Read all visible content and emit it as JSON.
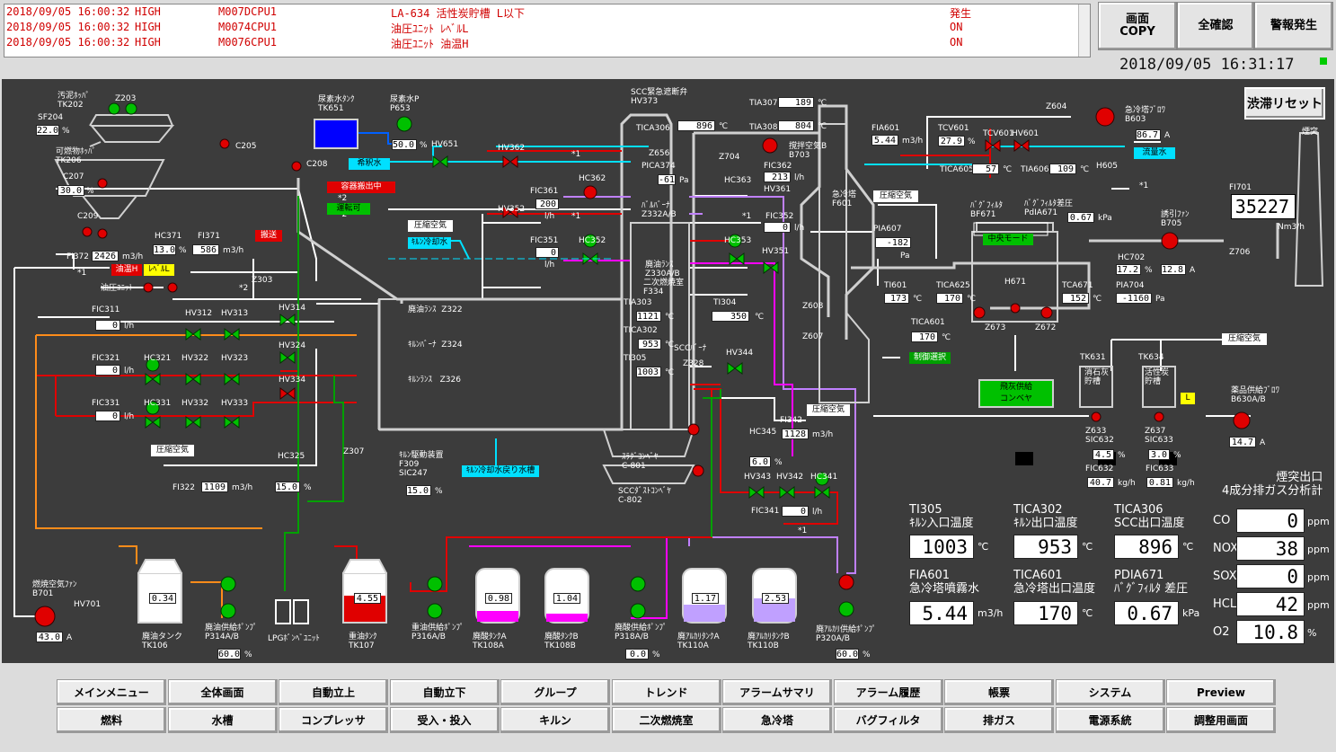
{
  "alarms": [
    {
      "time": "2018/09/05 16:00:32",
      "level": "HIGH",
      "code": "M007DCPU1",
      "message": "LA-634 活性炭貯槽 L以下",
      "state": "発生"
    },
    {
      "time": "2018/09/05 16:00:32",
      "level": "HIGH",
      "code": "M0074CPU1",
      "message": "油圧ﾕﾆｯﾄ ﾚﾍﾞﾙL",
      "state": "ON"
    },
    {
      "time": "2018/09/05 16:00:32",
      "level": "HIGH",
      "code": "M0076CPU1",
      "message": "油圧ﾕﾆｯﾄ 油温H",
      "state": "ON"
    }
  ],
  "top_buttons": {
    "copy": "画面\nCOPY",
    "confirm_all": "全確認",
    "alarm_raise": "警報発生"
  },
  "clock": "2018/09/05  16:31:17",
  "reset_button": "渋滞リセット",
  "colors": {
    "bg": "#3c3c3c",
    "pipe_red": "#e00000",
    "pipe_blue": "#0060ff",
    "pipe_cyan": "#00e0ff",
    "pipe_orange": "#ff8c1a",
    "pipe_purple": "#c080ff",
    "pipe_magenta": "#ff00ff",
    "pipe_green": "#00a000",
    "valve_green": "#00c000"
  },
  "process": {
    "labels": [
      {
        "id": "l1",
        "t": "汚泥ﾎｯﾊﾟ\nTK202"
      },
      {
        "id": "l2",
        "t": "Z203"
      },
      {
        "id": "l3",
        "t": "SF204"
      },
      {
        "id": "l4",
        "t": "C205"
      },
      {
        "id": "l5",
        "t": "可燃物ﾎｯﾊﾟ\nTK206"
      },
      {
        "id": "l6",
        "t": "C207"
      },
      {
        "id": "l7",
        "t": "C208"
      },
      {
        "id": "l8",
        "t": "C209"
      },
      {
        "id": "l9",
        "t": "HC371"
      },
      {
        "id": "l10",
        "t": "FI371"
      },
      {
        "id": "l11",
        "t": "FI372"
      },
      {
        "id": "l12",
        "t": "Z303"
      },
      {
        "id": "l13",
        "t": "油圧ﾕﾆｯﾄ"
      },
      {
        "id": "l14",
        "t": "尿素水ﾀﾝｸ\nTK651"
      },
      {
        "id": "l15",
        "t": "尿素水P\nP653"
      },
      {
        "id": "l16",
        "t": "HV651"
      },
      {
        "id": "l17",
        "t": "SCC緊急遮断弁\nHV373"
      },
      {
        "id": "l18",
        "t": "TICA306"
      },
      {
        "id": "l19",
        "t": "Z656"
      },
      {
        "id": "l20",
        "t": "PICA374"
      },
      {
        "id": "l21",
        "t": "HV362"
      },
      {
        "id": "l22",
        "t": "HC362"
      },
      {
        "id": "l23",
        "t": "FIC361"
      },
      {
        "id": "l24",
        "t": "HV352"
      },
      {
        "id": "l25",
        "t": "FIC351"
      },
      {
        "id": "l26",
        "t": "HC352"
      },
      {
        "id": "l27",
        "t": "ﾊﾞﾙﾊﾞｰﾅ\nZ332A/B"
      },
      {
        "id": "l28",
        "t": "廃油ﾗﾝｽ\nZ330A/B"
      },
      {
        "id": "l29",
        "t": "二次燃焼室\nF334"
      },
      {
        "id": "l30",
        "t": "TIA307"
      },
      {
        "id": "l31",
        "t": "TIA308"
      },
      {
        "id": "l32",
        "t": "撹拌空気B\nB703"
      },
      {
        "id": "l33",
        "t": "Z704"
      },
      {
        "id": "l34",
        "t": "FIC362"
      },
      {
        "id": "l35",
        "t": "HC363"
      },
      {
        "id": "l36",
        "t": "HV361"
      },
      {
        "id": "l37",
        "t": "FIC352"
      },
      {
        "id": "l38",
        "t": "HC353"
      },
      {
        "id": "l39",
        "t": "HV351"
      },
      {
        "id": "l40",
        "t": "急冷塔\nF601"
      },
      {
        "id": "l41",
        "t": "FIA601"
      },
      {
        "id": "l42",
        "t": "TCV601"
      },
      {
        "id": "l43",
        "t": "TCV601"
      },
      {
        "id": "l44",
        "t": "HV601"
      },
      {
        "id": "l45",
        "t": "Z604"
      },
      {
        "id": "l46",
        "t": "急冷塔ﾌﾞﾛﾜ\nB603"
      },
      {
        "id": "l47",
        "t": "TICA605"
      },
      {
        "id": "l48",
        "t": "TIA606"
      },
      {
        "id": "l49",
        "t": "H605"
      },
      {
        "id": "l50",
        "t": "煙突"
      },
      {
        "id": "l51",
        "t": "ﾊﾞｸﾞﾌｨﾙﾀ\nBF671"
      },
      {
        "id": "l52",
        "t": "ﾊﾞｸﾞﾌｨﾙﾀ差圧\nPdIA671"
      },
      {
        "id": "l53",
        "t": "誘引ﾌｧﾝ\nB705"
      },
      {
        "id": "l54",
        "t": "FI701"
      },
      {
        "id": "l55",
        "t": "PIA607"
      },
      {
        "id": "l56",
        "t": "HC702"
      },
      {
        "id": "l57",
        "t": "Z706"
      },
      {
        "id": "l58",
        "t": "TI601"
      },
      {
        "id": "l59",
        "t": "TICA625"
      },
      {
        "id": "l60",
        "t": "H671"
      },
      {
        "id": "l61",
        "t": "TCA671"
      },
      {
        "id": "l62",
        "t": "PIA704"
      },
      {
        "id": "l63",
        "t": "Z608"
      },
      {
        "id": "l64",
        "t": "Z607"
      },
      {
        "id": "l65",
        "t": "Z673"
      },
      {
        "id": "l66",
        "t": "Z672"
      },
      {
        "id": "l67",
        "t": "TICA601"
      },
      {
        "id": "l68",
        "t": "TK631"
      },
      {
        "id": "l69",
        "t": "TK634"
      },
      {
        "id": "l70",
        "t": "消石灰\n貯槽"
      },
      {
        "id": "l71",
        "t": "活性炭\n貯槽"
      },
      {
        "id": "l72",
        "t": "薬品供給ﾌﾞﾛﾜ\nB630A/B"
      },
      {
        "id": "l73",
        "t": "Z633\nSIC632"
      },
      {
        "id": "l74",
        "t": "Z637\nSIC633"
      },
      {
        "id": "l75",
        "t": "FIC632"
      },
      {
        "id": "l76",
        "t": "FIC633"
      },
      {
        "id": "l77",
        "t": "FIC311"
      },
      {
        "id": "l78",
        "t": "HV312"
      },
      {
        "id": "l79",
        "t": "HV313"
      },
      {
        "id": "l80",
        "t": "HV314"
      },
      {
        "id": "l81",
        "t": "FIC321"
      },
      {
        "id": "l82",
        "t": "HC321"
      },
      {
        "id": "l83",
        "t": "HV322"
      },
      {
        "id": "l84",
        "t": "HV323"
      },
      {
        "id": "l85",
        "t": "HV324"
      },
      {
        "id": "l86",
        "t": "FIC331"
      },
      {
        "id": "l87",
        "t": "HC331"
      },
      {
        "id": "l88",
        "t": "HV332"
      },
      {
        "id": "l89",
        "t": "HV333"
      },
      {
        "id": "l90",
        "t": "HV334"
      },
      {
        "id": "l91",
        "t": "廃油ﾗﾝｽ  Z322"
      },
      {
        "id": "l92",
        "t": "ｷﾙﾝﾊﾞｰﾅ  Z324"
      },
      {
        "id": "l93",
        "t": "ｷﾙﾝﾗﾝｽ   Z326"
      },
      {
        "id": "l94",
        "t": "HC325"
      },
      {
        "id": "l95",
        "t": "FI322"
      },
      {
        "id": "l96",
        "t": "Z307"
      },
      {
        "id": "l97",
        "t": "ｷﾙﾝ駆動装置\nF309\nSIC247"
      },
      {
        "id": "l98",
        "t": "TIA303"
      },
      {
        "id": "l99",
        "t": "TICA302"
      },
      {
        "id": "l100",
        "t": "TI305"
      },
      {
        "id": "l101",
        "t": "TI304"
      },
      {
        "id": "l102",
        "t": "SCCﾊﾞｰﾅ"
      },
      {
        "id": "l103",
        "t": "Z328"
      },
      {
        "id": "l104",
        "t": "HV344"
      },
      {
        "id": "l105",
        "t": "FI342"
      },
      {
        "id": "l106",
        "t": "HC345"
      },
      {
        "id": "l107",
        "t": "HV343"
      },
      {
        "id": "l108",
        "t": "HV342"
      },
      {
        "id": "l109",
        "t": "HC341"
      },
      {
        "id": "l110",
        "t": "FIC341"
      },
      {
        "id": "l111",
        "t": "ｽﾗｸﾞｺﾝﾍﾞﾔ\nC-801"
      },
      {
        "id": "l112",
        "t": "SCCﾀﾞｽﾄｺﾝﾍﾞﾔ\nC-802"
      },
      {
        "id": "l113",
        "t": "燃焼空気ﾌｧﾝ\nB701"
      },
      {
        "id": "l114",
        "t": "HV701"
      },
      {
        "id": "l115",
        "t": "廃油タンク\nTK106"
      },
      {
        "id": "l116",
        "t": "廃油供給ﾎﾟﾝﾌﾟ\nP314A/B"
      },
      {
        "id": "l117",
        "t": "LPGﾎﾞﾝﾍﾞﾕﾆｯﾄ"
      },
      {
        "id": "l118",
        "t": "重油ﾀﾝｸ\nTK107"
      },
      {
        "id": "l119",
        "t": "重油供給ﾎﾟﾝﾌﾟ\nP316A/B"
      },
      {
        "id": "l120",
        "t": "廃酸ﾀﾝｸA\nTK108A"
      },
      {
        "id": "l121",
        "t": "廃酸ﾀﾝｸB\nTK108B"
      },
      {
        "id": "l122",
        "t": "廃酸供給ﾎﾟﾝﾌﾟ\nP318A/B"
      },
      {
        "id": "l123",
        "t": "廃ｱﾙｶﾘﾀﾝｸA\nTK110A"
      },
      {
        "id": "l124",
        "t": "廃ｱﾙｶﾘﾀﾝｸB\nTK110B"
      },
      {
        "id": "l125",
        "t": "廃ｱﾙｶﾘ供給ﾎﾟﾝﾌﾟ\nP320A/B"
      },
      {
        "id": "l126",
        "t": "*1"
      },
      {
        "id": "l127",
        "t": "*2"
      },
      {
        "id": "l128",
        "t": "*1"
      },
      {
        "id": "l129",
        "t": "*1"
      },
      {
        "id": "l130",
        "t": "*1"
      },
      {
        "id": "l131",
        "t": "*1"
      },
      {
        "id": "l132",
        "t": "*2"
      },
      {
        "id": "l133",
        "t": "*2"
      },
      {
        "id": "l134",
        "t": "*1"
      }
    ],
    "values": [
      {
        "id": "v1",
        "t": "22.0"
      },
      {
        "id": "v2",
        "t": "30.0"
      },
      {
        "id": "v3",
        "t": "13.0"
      },
      {
        "id": "v4",
        "t": "586"
      },
      {
        "id": "v5",
        "t": "2426"
      },
      {
        "id": "v6",
        "t": "50.0"
      },
      {
        "id": "v7",
        "t": "896"
      },
      {
        "id": "v8",
        "t": "-61"
      },
      {
        "id": "v9",
        "t": "200"
      },
      {
        "id": "v10",
        "t": "0"
      },
      {
        "id": "v11",
        "t": "189"
      },
      {
        "id": "v12",
        "t": "804"
      },
      {
        "id": "v13",
        "t": "213"
      },
      {
        "id": "v14",
        "t": "0"
      },
      {
        "id": "v15",
        "t": "5.44"
      },
      {
        "id": "v16",
        "t": "27.9"
      },
      {
        "id": "v17",
        "t": "86.7"
      },
      {
        "id": "v18",
        "t": "57"
      },
      {
        "id": "v19",
        "t": "109"
      },
      {
        "id": "v20",
        "t": "0.67"
      },
      {
        "id": "v21",
        "t": "-182"
      },
      {
        "id": "v22",
        "t": "17.2"
      },
      {
        "id": "v23",
        "t": "12.8"
      },
      {
        "id": "v24",
        "t": "-1160"
      },
      {
        "id": "v25",
        "t": "173"
      },
      {
        "id": "v26",
        "t": "170"
      },
      {
        "id": "v27",
        "t": "152"
      },
      {
        "id": "v28",
        "t": "170"
      },
      {
        "id": "v29",
        "t": "1121"
      },
      {
        "id": "v30",
        "t": "350"
      },
      {
        "id": "v31",
        "t": "953"
      },
      {
        "id": "v32",
        "t": "1003"
      },
      {
        "id": "v33",
        "t": "0"
      },
      {
        "id": "v34",
        "t": "0"
      },
      {
        "id": "v35",
        "t": "0"
      },
      {
        "id": "v36",
        "t": "1128"
      },
      {
        "id": "v37",
        "t": "6.0"
      },
      {
        "id": "v38",
        "t": "0"
      },
      {
        "id": "v39",
        "t": "15.0"
      },
      {
        "id": "v40",
        "t": "1109"
      },
      {
        "id": "v41",
        "t": "15.0"
      },
      {
        "id": "v42",
        "t": "4.5"
      },
      {
        "id": "v43",
        "t": "3.0"
      },
      {
        "id": "v44",
        "t": "40.7"
      },
      {
        "id": "v45",
        "t": "0.81"
      },
      {
        "id": "v46",
        "t": "14.7"
      },
      {
        "id": "v47",
        "t": "43.0"
      },
      {
        "id": "v48",
        "t": "60.0"
      },
      {
        "id": "v49",
        "t": "0.0"
      },
      {
        "id": "v50",
        "t": "60.0"
      },
      {
        "id": "v51",
        "t": "0.34"
      },
      {
        "id": "v52",
        "t": "4.55"
      },
      {
        "id": "v53",
        "t": "0.98"
      },
      {
        "id": "v54",
        "t": "1.04"
      },
      {
        "id": "v55",
        "t": "1.17"
      },
      {
        "id": "v56",
        "t": "2.53"
      }
    ],
    "units": [
      {
        "id": "u1",
        "t": "%"
      },
      {
        "id": "u2",
        "t": "%"
      },
      {
        "id": "u3",
        "t": "%"
      },
      {
        "id": "u4",
        "t": "m3/h"
      },
      {
        "id": "u5",
        "t": "m3/h"
      },
      {
        "id": "u6",
        "t": "%"
      },
      {
        "id": "u7",
        "t": "℃"
      },
      {
        "id": "u8",
        "t": "Pa"
      },
      {
        "id": "u9",
        "t": "l/h"
      },
      {
        "id": "u10",
        "t": "l/h"
      },
      {
        "id": "u11",
        "t": "℃"
      },
      {
        "id": "u12",
        "t": "℃"
      },
      {
        "id": "u13",
        "t": "l/h"
      },
      {
        "id": "u14",
        "t": "l/h"
      },
      {
        "id": "u15",
        "t": "m3/h"
      },
      {
        "id": "u16",
        "t": "%"
      },
      {
        "id": "u17",
        "t": "A"
      },
      {
        "id": "u18",
        "t": "℃"
      },
      {
        "id": "u19",
        "t": "℃"
      },
      {
        "id": "u20",
        "t": "kPa"
      },
      {
        "id": "u21",
        "t": "Pa"
      },
      {
        "id": "u22",
        "t": "%"
      },
      {
        "id": "u23",
        "t": "A"
      },
      {
        "id": "u24",
        "t": "Pa"
      },
      {
        "id": "u25",
        "t": "℃"
      },
      {
        "id": "u26",
        "t": "℃"
      },
      {
        "id": "u27",
        "t": "℃"
      },
      {
        "id": "u28",
        "t": "℃"
      },
      {
        "id": "u29",
        "t": "℃"
      },
      {
        "id": "u30",
        "t": "℃"
      },
      {
        "id": "u31",
        "t": "℃"
      },
      {
        "id": "u32",
        "t": "℃"
      },
      {
        "id": "u33",
        "t": "l/h"
      },
      {
        "id": "u34",
        "t": "l/h"
      },
      {
        "id": "u35",
        "t": "l/h"
      },
      {
        "id": "u36",
        "t": "m3/h"
      },
      {
        "id": "u37",
        "t": "%"
      },
      {
        "id": "u38",
        "t": "l/h"
      },
      {
        "id": "u39",
        "t": "%"
      },
      {
        "id": "u40",
        "t": "m3/h"
      },
      {
        "id": "u41",
        "t": "%"
      },
      {
        "id": "u42",
        "t": "%"
      },
      {
        "id": "u43",
        "t": "%"
      },
      {
        "id": "u44",
        "t": "kg/h"
      },
      {
        "id": "u45",
        "t": "kg/h"
      },
      {
        "id": "u46",
        "t": "A"
      },
      {
        "id": "u47",
        "t": "A"
      },
      {
        "id": "u48",
        "t": "%"
      },
      {
        "id": "u49",
        "t": "%"
      },
      {
        "id": "u50",
        "t": "%"
      },
      {
        "id": "u51",
        "t": "Nm3/h"
      }
    ],
    "tags": [
      {
        "id": "g1",
        "t": "容器搬出中"
      },
      {
        "id": "g2",
        "t": "運転可"
      },
      {
        "id": "g3",
        "t": "搬送"
      },
      {
        "id": "g4",
        "t": "油温H"
      },
      {
        "id": "g5",
        "t": "ﾚﾍﾞﾙL"
      },
      {
        "id": "g6",
        "t": "希釈水"
      },
      {
        "id": "g7",
        "t": "圧縮空気"
      },
      {
        "id": "g8",
        "t": "ｷﾙﾝ冷却水"
      },
      {
        "id": "g9",
        "t": "流量水"
      },
      {
        "id": "g10",
        "t": "圧縮空気"
      },
      {
        "id": "g11",
        "t": "中央モード"
      },
      {
        "id": "g12",
        "t": "制御選択"
      },
      {
        "id": "g13",
        "t": "飛灰供給\nコンベヤ"
      },
      {
        "id": "g14",
        "t": "圧縮空気"
      },
      {
        "id": "g15",
        "t": "L"
      },
      {
        "id": "g16",
        "t": "圧縮空気"
      },
      {
        "id": "g17",
        "t": "圧縮空気"
      },
      {
        "id": "g18",
        "t": "ｷﾙﾝ冷却水戻り水槽"
      }
    ],
    "fi701": "35227",
    "tank_levels": {
      "TK106": 0.0,
      "TK107": 0.6,
      "TK108A": 0.15,
      "TK108B": 0.1,
      "TK110A": 0.3,
      "TK110B": 0.45
    }
  },
  "readouts": {
    "row1": [
      {
        "label": "TI305\nｷﾙﾝ入口温度",
        "value": "1003",
        "unit": "℃"
      },
      {
        "label": "TICA302\nｷﾙﾝ出口温度",
        "value": "953",
        "unit": "℃"
      },
      {
        "label": "TICA306\nSCC出口温度",
        "value": "896",
        "unit": "℃"
      }
    ],
    "row2": [
      {
        "label": "FIA601\n急冷塔噴霧水",
        "value": "5.44",
        "unit": "m3/h"
      },
      {
        "label": "TICA601\n急冷塔出口温度",
        "value": "170",
        "unit": "℃"
      },
      {
        "label": "PDIA671\nﾊﾞｸﾞﾌｨﾙﾀ 差圧",
        "value": "0.67",
        "unit": "kPa"
      }
    ],
    "analyzer": {
      "title": "煙突出口\n4成分排ガス分析計",
      "rows": [
        {
          "name": "CO",
          "value": "0",
          "unit": "ppm"
        },
        {
          "name": "NOX",
          "value": "38",
          "unit": "ppm"
        },
        {
          "name": "SOX",
          "value": "0",
          "unit": "ppm"
        },
        {
          "name": "HCL",
          "value": "42",
          "unit": "ppm"
        },
        {
          "name": "O2",
          "value": "10.8",
          "unit": "%"
        }
      ]
    }
  },
  "nav": {
    "row1": [
      "メインメニュー",
      "全体画面",
      "自動立上",
      "自動立下",
      "グループ",
      "トレンド",
      "アラームサマリ",
      "アラーム履歴",
      "帳票",
      "システム",
      "Preview"
    ],
    "row2": [
      "燃料",
      "水槽",
      "コンプレッサ",
      "受入・投入",
      "キルン",
      "二次燃焼室",
      "急冷塔",
      "バグフィルタ",
      "排ガス",
      "電源系統",
      "調整用画面"
    ]
  }
}
